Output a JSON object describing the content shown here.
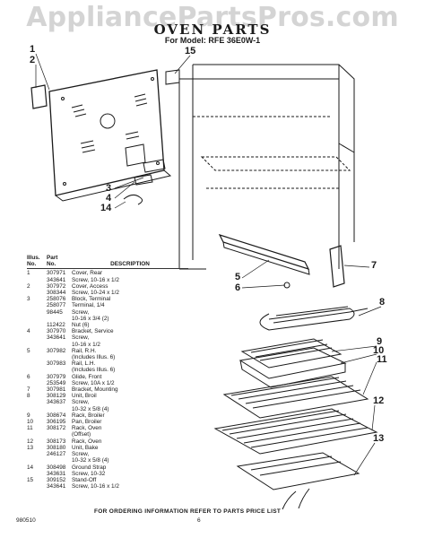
{
  "watermark": "AppliancePartsPros.com",
  "title": "OVEN PARTS",
  "model": "For Model: RFE 36E0W-1",
  "table": {
    "headers": {
      "illus": "Illus.\nNo.",
      "part": "Part\nNo.",
      "desc": "DESCRIPTION"
    },
    "rows": [
      {
        "illus": "1",
        "part": "307971",
        "desc": "Cover, Rear"
      },
      {
        "illus": "",
        "part": "343641",
        "desc": "Screw, 10-16 x 1/2"
      },
      {
        "illus": "2",
        "part": "307972",
        "desc": "Cover, Access"
      },
      {
        "illus": "",
        "part": "308344",
        "desc": "Screw, 10-24 x 1/2"
      },
      {
        "illus": "3",
        "part": "258076",
        "desc": "Block, Terminal"
      },
      {
        "illus": "",
        "part": "258077",
        "desc": "Terminal, 1/4"
      },
      {
        "illus": "",
        "part": "98445",
        "desc": "Screw,"
      },
      {
        "illus": "",
        "part": "",
        "desc": "10-16 x 3/4 (2)"
      },
      {
        "illus": "",
        "part": "112422",
        "desc": "Nut (6)"
      },
      {
        "illus": "4",
        "part": "307970",
        "desc": "Bracket, Service"
      },
      {
        "illus": "",
        "part": "343641",
        "desc": "Screw,"
      },
      {
        "illus": "",
        "part": "",
        "desc": "10-16 x 1/2"
      },
      {
        "illus": "5",
        "part": "307982",
        "desc": "Rail, R.H."
      },
      {
        "illus": "",
        "part": "",
        "desc": "(Includes Illus. 6)"
      },
      {
        "illus": "",
        "part": "307983",
        "desc": "Rail, L.H."
      },
      {
        "illus": "",
        "part": "",
        "desc": "(Includes Illus. 6)"
      },
      {
        "illus": "6",
        "part": "307979",
        "desc": "Glide, Front"
      },
      {
        "illus": "",
        "part": "253549",
        "desc": "Screw, 10A x 1/2"
      },
      {
        "illus": "7",
        "part": "307981",
        "desc": "Bracket, Mounting"
      },
      {
        "illus": "8",
        "part": "308129",
        "desc": "Unit, Broil"
      },
      {
        "illus": "",
        "part": "343637",
        "desc": "Screw,"
      },
      {
        "illus": "",
        "part": "",
        "desc": "10-32 x 5/8 (4)"
      },
      {
        "illus": "9",
        "part": "308674",
        "desc": "Rack, Broiler"
      },
      {
        "illus": "10",
        "part": "306195",
        "desc": "Pan, Broiler"
      },
      {
        "illus": "11",
        "part": "308172",
        "desc": "Rack, Oven"
      },
      {
        "illus": "",
        "part": "",
        "desc": "(Offset)"
      },
      {
        "illus": "12",
        "part": "308173",
        "desc": "Rack, Oven"
      },
      {
        "illus": "13",
        "part": "308180",
        "desc": "Unit, Bake"
      },
      {
        "illus": "",
        "part": "246127",
        "desc": "Screw,"
      },
      {
        "illus": "",
        "part": "",
        "desc": "10-32 x 5/8 (4)"
      },
      {
        "illus": "14",
        "part": "308498",
        "desc": "Ground Strap"
      },
      {
        "illus": "",
        "part": "343631",
        "desc": "Screw, 10-32"
      },
      {
        "illus": "15",
        "part": "309152",
        "desc": "Stand-Off"
      },
      {
        "illus": "",
        "part": "343641",
        "desc": "Screw, 10-16 x 1/2"
      }
    ]
  },
  "callouts": [
    "1",
    "2",
    "3",
    "4",
    "14",
    "15",
    "5",
    "6",
    "7",
    "8",
    "9",
    "10",
    "11",
    "12",
    "13"
  ],
  "footer": "FOR ORDERING INFORMATION REFER TO PARTS PRICE LIST",
  "doc_number": "980510",
  "page_number": "6"
}
